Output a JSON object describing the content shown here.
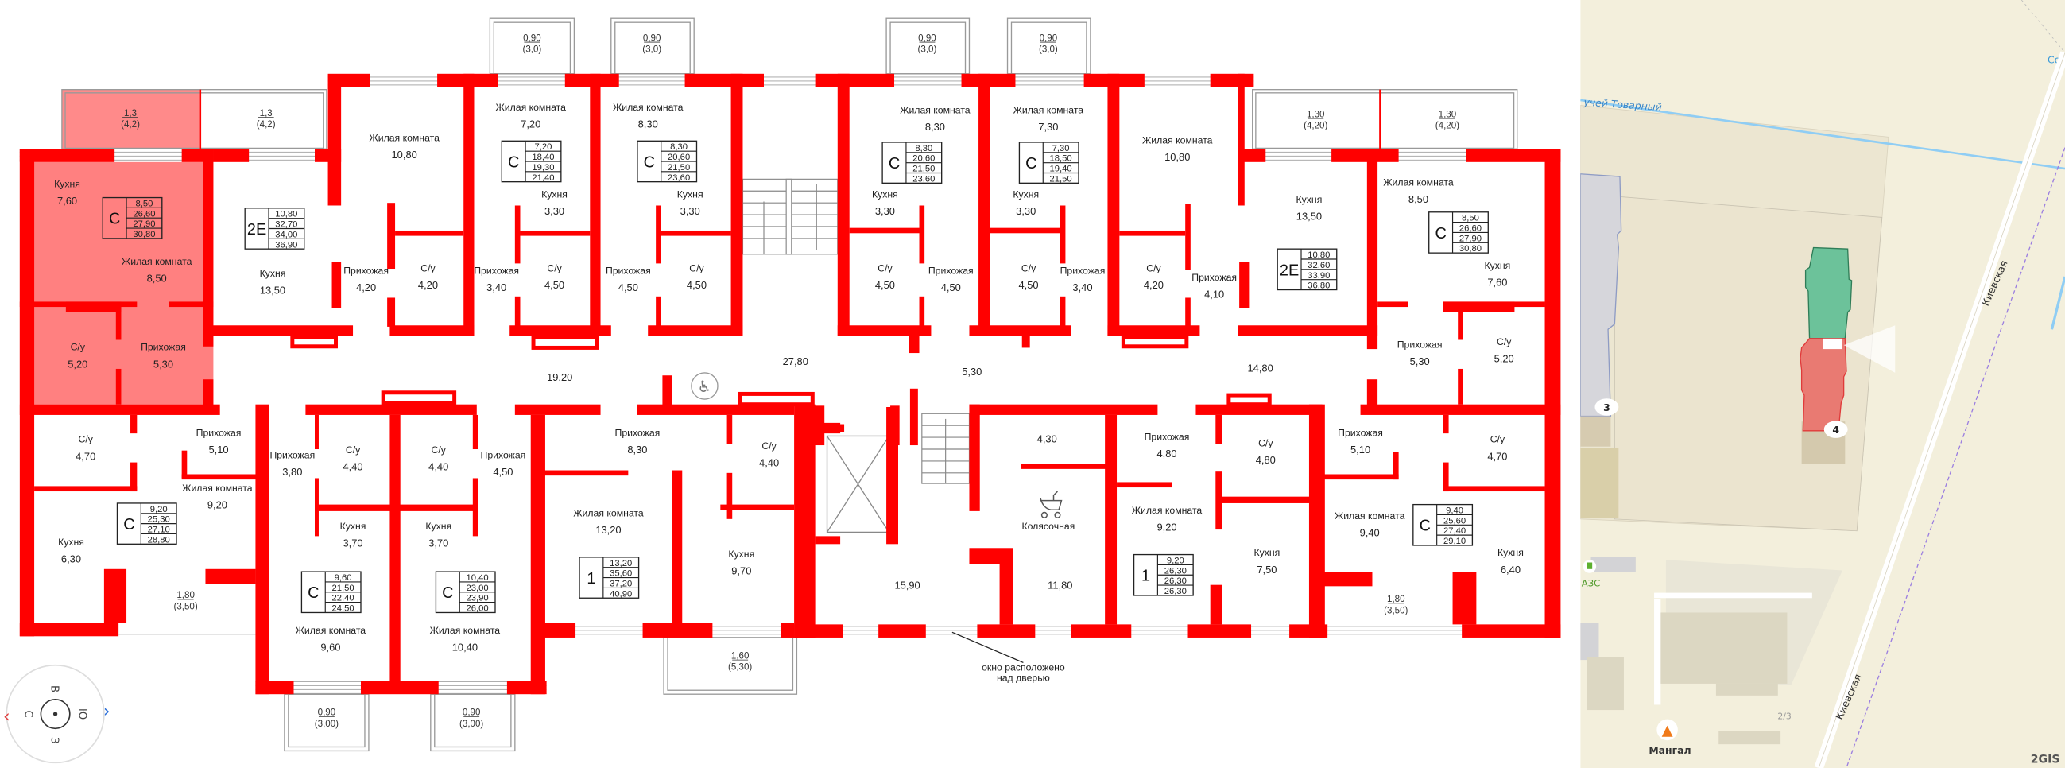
{
  "plan": {
    "apartments": [
      {
        "type": "С",
        "areas": [
          "8,50",
          "26,60",
          "27,90",
          "30,80"
        ],
        "selected": true,
        "balcony": {
          "area": "1,3",
          "full": "(4,2)"
        },
        "rooms": [
          {
            "name": "Кухня",
            "area": "7,60"
          },
          {
            "name": "Жилая комната",
            "area": "8,50"
          },
          {
            "name": "С/у",
            "area": "5,20"
          },
          {
            "name": "Прихожая",
            "area": "5,30"
          }
        ]
      },
      {
        "type": "2Е",
        "areas": [
          "10,80",
          "32,70",
          "34,00",
          "36,90"
        ],
        "balcony": {
          "area": "1,3",
          "full": "(4,2)"
        },
        "rooms": [
          {
            "name": "Жилая комната",
            "area": "10,80"
          },
          {
            "name": "Кухня",
            "area": "13,50"
          },
          {
            "name": "Прихожая",
            "area": "4,20"
          },
          {
            "name": "С/у",
            "area": "4,20"
          }
        ]
      },
      {
        "type": "С",
        "areas": [
          "7,20",
          "18,40",
          "19,30",
          "21,40"
        ],
        "balcony": {
          "area": "0,90",
          "full": "(3,0)"
        },
        "rooms": [
          {
            "name": "Жилая комната",
            "area": "7,20"
          },
          {
            "name": "Кухня",
            "area": "3,30"
          },
          {
            "name": "Прихожая",
            "area": "3,40"
          },
          {
            "name": "С/у",
            "area": "4,50"
          }
        ]
      },
      {
        "type": "С",
        "areas": [
          "8,30",
          "20,60",
          "21,50",
          "23,60"
        ],
        "balcony": {
          "area": "0,90",
          "full": "(3,0)"
        },
        "rooms": [
          {
            "name": "Жилая комната",
            "area": "8,30"
          },
          {
            "name": "Кухня",
            "area": "3,30"
          },
          {
            "name": "Прихожая",
            "area": "4,50"
          },
          {
            "name": "С/у",
            "area": "4,50"
          }
        ]
      },
      {
        "type": "С",
        "areas": [
          "8,30",
          "20,60",
          "21,50",
          "23,60"
        ],
        "balcony": {
          "area": "0,90",
          "full": "(3,0)"
        },
        "rooms": [
          {
            "name": "Жилая комната",
            "area": "8,30"
          },
          {
            "name": "Кухня",
            "area": "3,30"
          },
          {
            "name": "С/у",
            "area": "4,50"
          },
          {
            "name": "Прихожая",
            "area": "4,50"
          }
        ]
      },
      {
        "type": "С",
        "areas": [
          "7,30",
          "18,50",
          "19,40",
          "21,50"
        ],
        "balcony": {
          "area": "0,90",
          "full": "(3,0)"
        },
        "rooms": [
          {
            "name": "Жилая комната",
            "area": "7,30"
          },
          {
            "name": "Кухня",
            "area": "3,30"
          },
          {
            "name": "С/у",
            "area": "4,50"
          },
          {
            "name": "Прихожая",
            "area": "3,40"
          }
        ]
      },
      {
        "type": "2Е",
        "areas": [
          "10,80",
          "32,60",
          "33,90",
          "36,80"
        ],
        "balcony": {
          "area": "1,30",
          "full": "(4,20)"
        },
        "rooms": [
          {
            "name": "Жилая комната",
            "area": "10,80"
          },
          {
            "name": "С/у",
            "area": "4,20"
          },
          {
            "name": "Прихожая",
            "area": "4,10"
          },
          {
            "name": "Кухня",
            "area": "13,50"
          }
        ]
      },
      {
        "type": "С",
        "areas": [
          "8,50",
          "26,60",
          "27,90",
          "30,80"
        ],
        "balcony": {
          "area": "1,30",
          "full": "(4,20)"
        },
        "rooms": [
          {
            "name": "Жилая комната",
            "area": "8,50"
          },
          {
            "name": "Кухня",
            "area": "7,60"
          },
          {
            "name": "Прихожая",
            "area": "5,30"
          },
          {
            "name": "С/у",
            "area": "5,20"
          }
        ]
      },
      {
        "type": "С",
        "areas": [
          "9,20",
          "25,30",
          "27,10",
          "28,80"
        ],
        "balcony": {
          "area": "1,80",
          "full": "(3,50)"
        },
        "rooms": [
          {
            "name": "С/у",
            "area": "4,70"
          },
          {
            "name": "Прихожая",
            "area": "5,10"
          },
          {
            "name": "Жилая комната",
            "area": "9,20"
          },
          {
            "name": "Кухня",
            "area": "6,30"
          }
        ]
      },
      {
        "type": "С",
        "areas": [
          "9,60",
          "21,50",
          "22,40",
          "24,50"
        ],
        "balcony": {
          "area": "0,90",
          "full": "(3,00)"
        },
        "rooms": [
          {
            "name": "Прихожая",
            "area": "3,80"
          },
          {
            "name": "С/у",
            "area": "4,40"
          },
          {
            "name": "Кухня",
            "area": "3,70"
          },
          {
            "name": "Жилая комната",
            "area": "9,60"
          }
        ]
      },
      {
        "type": "С",
        "areas": [
          "10,40",
          "23,00",
          "23,90",
          "26,00"
        ],
        "balcony": {
          "area": "0,90",
          "full": "(3,00)"
        },
        "rooms": [
          {
            "name": "С/у",
            "area": "4,40"
          },
          {
            "name": "Прихожая",
            "area": "4,50"
          },
          {
            "name": "Кухня",
            "area": "3,70"
          },
          {
            "name": "Жилая комната",
            "area": "10,40"
          }
        ]
      },
      {
        "type": "1",
        "areas": [
          "13,20",
          "35,60",
          "37,20",
          "40,90"
        ],
        "balcony": {
          "area": "1,60",
          "full": "(5,30)"
        },
        "rooms": [
          {
            "name": "Прихожая",
            "area": "8,30"
          },
          {
            "name": "С/у",
            "area": "4,40"
          },
          {
            "name": "Жилая комната",
            "area": "13,20"
          },
          {
            "name": "Кухня",
            "area": "9,70"
          }
        ]
      },
      {
        "type": "1",
        "areas": [
          "9,20",
          "26,30",
          "26,30",
          "26,30"
        ],
        "rooms": [
          {
            "name": "Прихожая",
            "area": "4,80"
          },
          {
            "name": "С/у",
            "area": "4,80"
          },
          {
            "name": "Жилая комната",
            "area": "9,20"
          },
          {
            "name": "Кухня",
            "area": "7,50"
          }
        ]
      },
      {
        "type": "С",
        "areas": [
          "9,40",
          "25,60",
          "27,40",
          "29,10"
        ],
        "balcony": {
          "area": "1,80",
          "full": "(3,50)"
        },
        "rooms": [
          {
            "name": "Прихожая",
            "area": "5,10"
          },
          {
            "name": "С/у",
            "area": "4,70"
          },
          {
            "name": "Жилая комната",
            "area": "9,40"
          },
          {
            "name": "Кухня",
            "area": "6,40"
          }
        ]
      }
    ],
    "common_areas": [
      {
        "name": "",
        "area": "19,20"
      },
      {
        "name": "",
        "area": "27,80"
      },
      {
        "name": "",
        "area": "5,30"
      },
      {
        "name": "",
        "area": "14,80"
      },
      {
        "name": "",
        "area": "4,30"
      },
      {
        "name": "Колясочная",
        "area": "11,80"
      },
      {
        "name": "",
        "area": "15,90"
      }
    ],
    "note": [
      "окно расположено",
      "над дверью"
    ],
    "icons": {
      "accessibility": "wheelchair-icon",
      "stroller": "stroller-icon",
      "elevator": "elevator-shaft",
      "stairs": "stairs"
    },
    "colors": {
      "wall": "#ff0000",
      "selected_fill": "#ff8080",
      "balcony_line": "#999999"
    }
  },
  "compass": {
    "north": "С",
    "east": "В",
    "south": "Ю",
    "west": "З",
    "rotate_left": "‹",
    "rotate_right": "›",
    "left_color": "#e23b3b",
    "right_color": "#2a6fdb"
  },
  "map": {
    "stream_label": "учей Товарный",
    "street_label_1": "Киевская",
    "street_label_2": "Киевская",
    "building_3": "3",
    "building_4": "4",
    "gas_station": "АЗС",
    "place_mangal": "Мангал",
    "top_right_label": "Сор",
    "house_number": "2/3",
    "brand": "2GIS",
    "colors": {
      "background": "#f3efdc",
      "selected_section": "#e97a72",
      "other_section": "#6cc29a",
      "stream": "#8fcdf4"
    }
  }
}
